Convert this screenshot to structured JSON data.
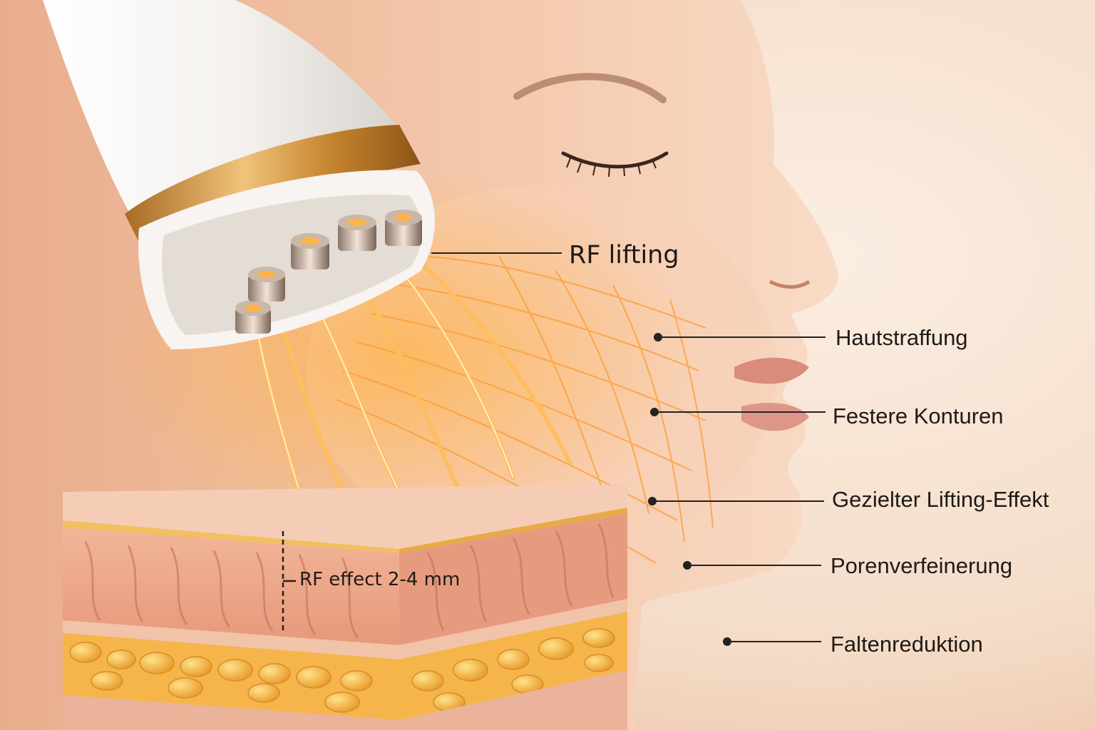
{
  "illustration": {
    "subject": "rf-device-on-face-with-skin-cross-section",
    "colors": {
      "background": "#f3dcc9",
      "skin": "#f0c3a6",
      "energy": "#ff9a2e",
      "device_body": "#ffffff",
      "device_ring": "#c98d3a",
      "fat_layer": "#f2b03e",
      "leader_line": "#222222"
    }
  },
  "labels": {
    "rf_lifting": "RF lifting",
    "rf_depth": "RF effect 2-4 mm",
    "callouts": [
      "Hautstraffung",
      "Festere Konturen",
      "Gezielter Lifting-Effekt",
      "Porenverfeinerung",
      "Faltenreduktion"
    ]
  }
}
